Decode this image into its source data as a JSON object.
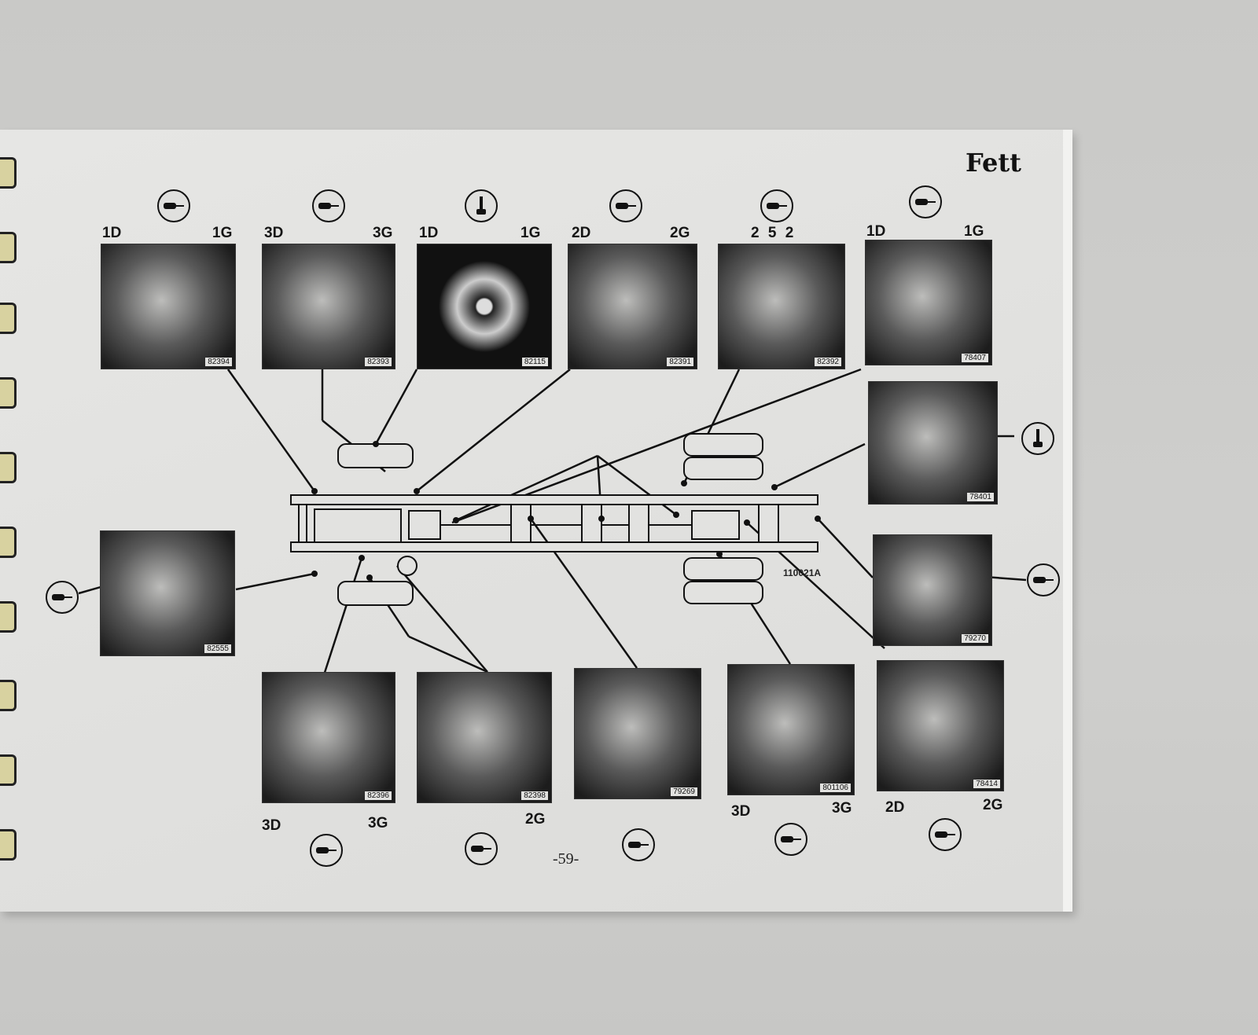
{
  "page_title": "Fett",
  "page_number": "-59-",
  "diagram_code": "110021A",
  "panels": {
    "top": [
      {
        "left": "1D",
        "right": "1G",
        "photo": "82394",
        "icon": "grease-gun"
      },
      {
        "left": "3D",
        "right": "3G",
        "photo": "82393",
        "icon": "grease-gun"
      },
      {
        "left": "1D",
        "right": "1G",
        "photo": "82115",
        "icon": "grease-pump"
      },
      {
        "left": "2D",
        "right": "2G",
        "photo": "82391",
        "icon": "grease-gun"
      },
      {
        "label": "2 5 2",
        "photo": "82392",
        "icon": "grease-gun"
      },
      {
        "left": "1D",
        "right": "1G",
        "photo": "78407",
        "icon": "grease-gun"
      }
    ],
    "right": [
      {
        "photo": "78401",
        "icon": "grease-pump"
      },
      {
        "photo": "79270",
        "icon": "grease-gun"
      }
    ],
    "left": [
      {
        "photo": "82555",
        "icon": "grease-gun"
      }
    ],
    "bottom": [
      {
        "left": "3D",
        "right": "3G",
        "photo": "82396",
        "icon": "grease-gun"
      },
      {
        "right": "2G",
        "photo": "82398",
        "icon": "grease-gun"
      },
      {
        "photo": "79269",
        "icon": "grease-gun"
      },
      {
        "left": "3D",
        "right": "3G",
        "photo": "801106",
        "icon": "grease-gun"
      },
      {
        "left": "2D",
        "right": "2G",
        "photo": "78414",
        "icon": "grease-gun"
      }
    ]
  }
}
